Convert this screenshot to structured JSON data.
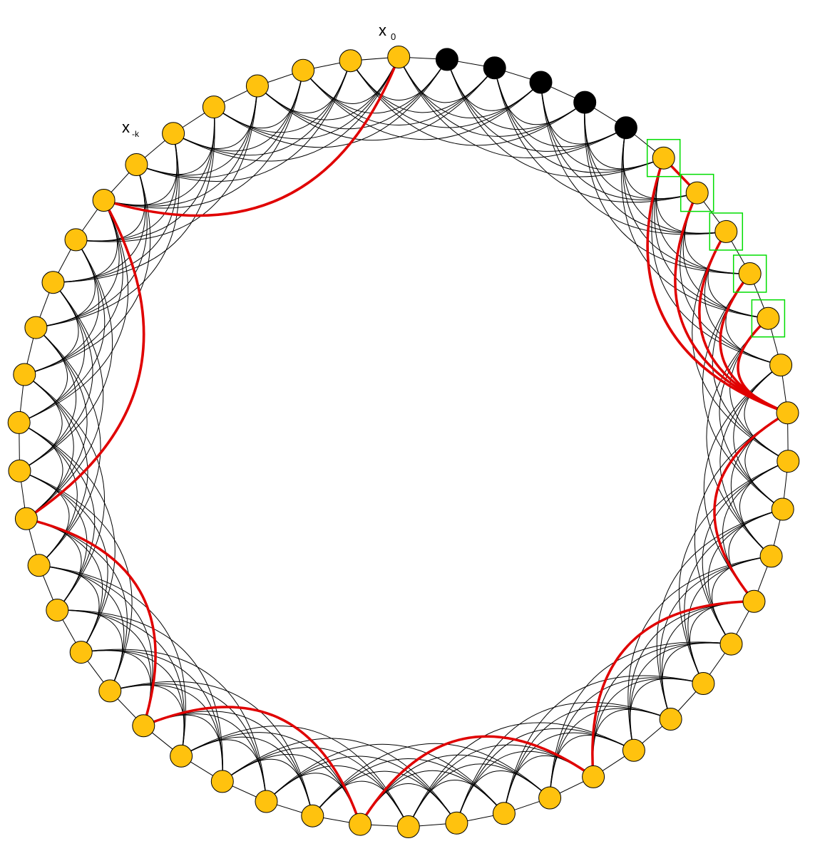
{
  "diagram": {
    "node_count": 50,
    "neighbors_per_side": 5,
    "node_color": "#FFC20E",
    "node_stroke": "#000000",
    "removed_node_color": "#000000",
    "removed_nodes": [
      1,
      2,
      3,
      4,
      5
    ],
    "highlight_box_color": "#00DD00",
    "highlight_box_nodes": [
      6,
      7,
      8,
      9,
      10
    ],
    "edge_color": "#000000",
    "path_color": "#E00000",
    "red_path_edges": [
      [
        0,
        43
      ],
      [
        43,
        36
      ],
      [
        36,
        31
      ],
      [
        31,
        26
      ],
      [
        26,
        21
      ],
      [
        21,
        16
      ],
      [
        16,
        12
      ],
      [
        12,
        6
      ],
      [
        12,
        7
      ],
      [
        12,
        8
      ],
      [
        12,
        9
      ],
      [
        12,
        10
      ],
      [
        6,
        7
      ]
    ],
    "labels": {
      "x0_main": "x",
      "x0_sub": "0",
      "xk_main": "x",
      "xk_sub": "-k"
    }
  }
}
